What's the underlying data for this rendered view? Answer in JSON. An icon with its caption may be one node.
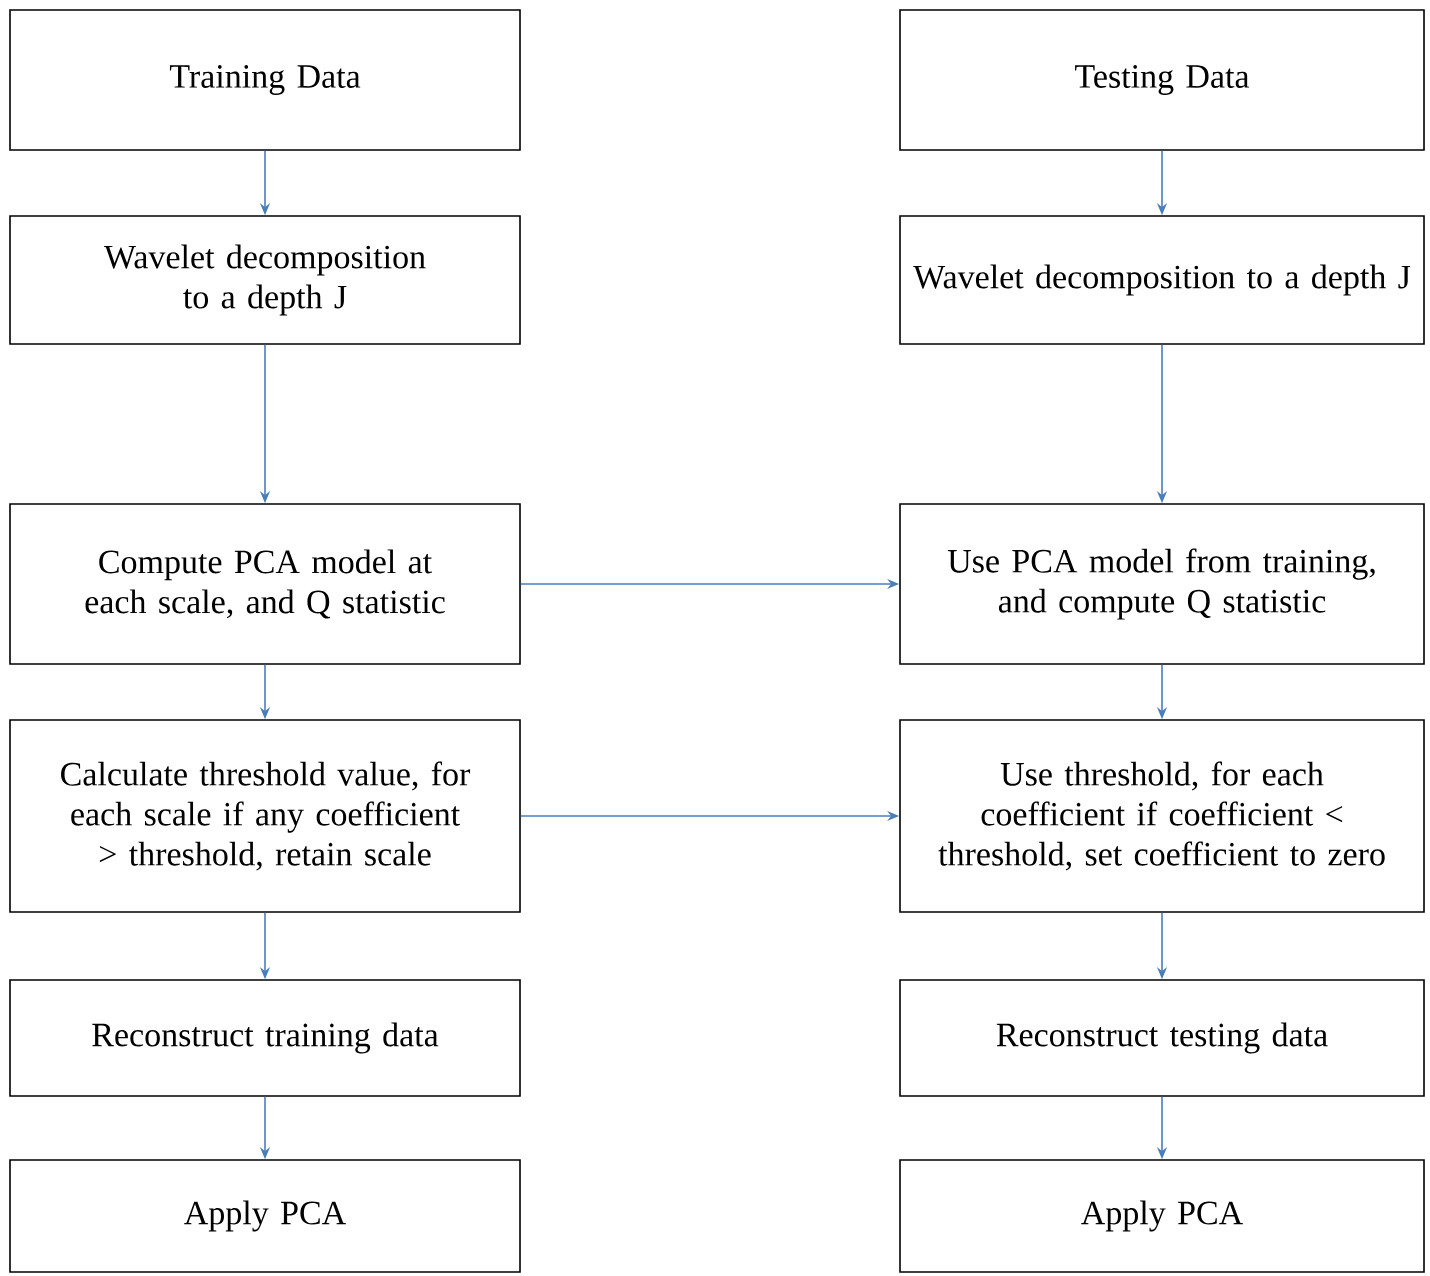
{
  "diagram": {
    "nodes": [
      {
        "text": [
          "Training Data"
        ]
      },
      {
        "text": [
          "Wavelet decomposition to a depth J"
        ]
      },
      {
        "text": [
          "Compute PCA model at each scale, and Q statistic"
        ]
      },
      {
        "text": [
          "Calculate threshold value, for each scale if any coefficient > threshold, retain scale"
        ]
      },
      {
        "text": [
          "Reconstruct training data"
        ]
      },
      {
        "text": [
          "Apply PCA"
        ]
      },
      {
        "text": [
          "Testing Data"
        ]
      },
      {
        "text": [
          "Wavelet decomposition to a depth J"
        ]
      },
      {
        "text": [
          "Use PCA model from training, and compute Q statistic"
        ]
      },
      {
        "text": [
          "Use threshold, for each coefficient if coefficient < threshold, set coefficient to zero"
        ]
      },
      {
        "text": [
          "Reconstruct testing data"
        ]
      },
      {
        "text": [
          "Apply PCA"
        ]
      }
    ],
    "edges": [
      {
        "from": 0,
        "to": 1,
        "arrow": "to"
      },
      {
        "from": 1,
        "to": 2,
        "arrow": "to"
      },
      {
        "from": 2,
        "to": 3,
        "arrow": "to"
      },
      {
        "from": 3,
        "to": 4,
        "arrow": "to"
      },
      {
        "from": 4,
        "to": 5,
        "arrow": "to"
      },
      {
        "from": 6,
        "to": 7,
        "arrow": "to"
      },
      {
        "from": 7,
        "to": 8,
        "arrow": "to"
      },
      {
        "from": 8,
        "to": 9,
        "arrow": "to"
      },
      {
        "from": 9,
        "to": 10,
        "arrow": "to"
      },
      {
        "from": 10,
        "to": 11,
        "arrow": "to"
      },
      {
        "from": 2,
        "to": 8,
        "arrow": "to"
      },
      {
        "from": 3,
        "to": 9,
        "arrow": "to"
      }
    ]
  }
}
